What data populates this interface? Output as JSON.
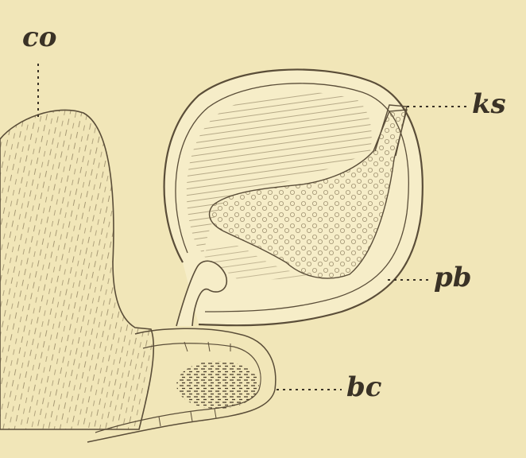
{
  "labels": {
    "co": "co",
    "ks": "ks",
    "pb": "pb",
    "bc": "bc"
  },
  "colors": {
    "paper": "#f1e6b8",
    "ink": "#5a4d38",
    "fill_light": "#f6edc8"
  }
}
